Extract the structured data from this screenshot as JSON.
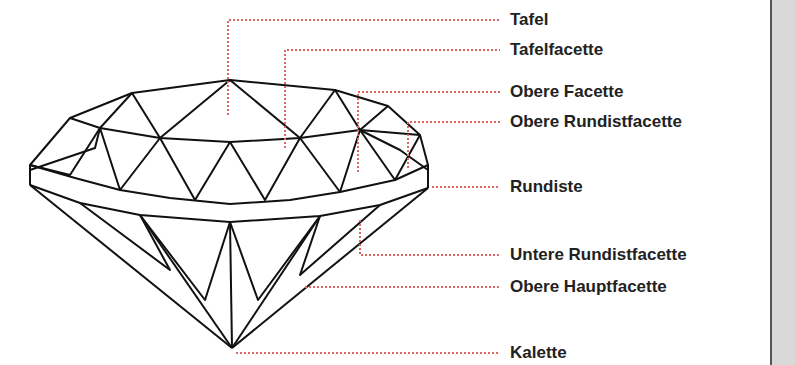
{
  "diagram": {
    "labels": [
      "Tafel",
      "Tafelfacette",
      "Obere Facette",
      "Obere Rundistfacette",
      "Rundiste",
      "Untere Rundistfacette",
      "Obere Hauptfacette",
      "Kalette"
    ]
  }
}
